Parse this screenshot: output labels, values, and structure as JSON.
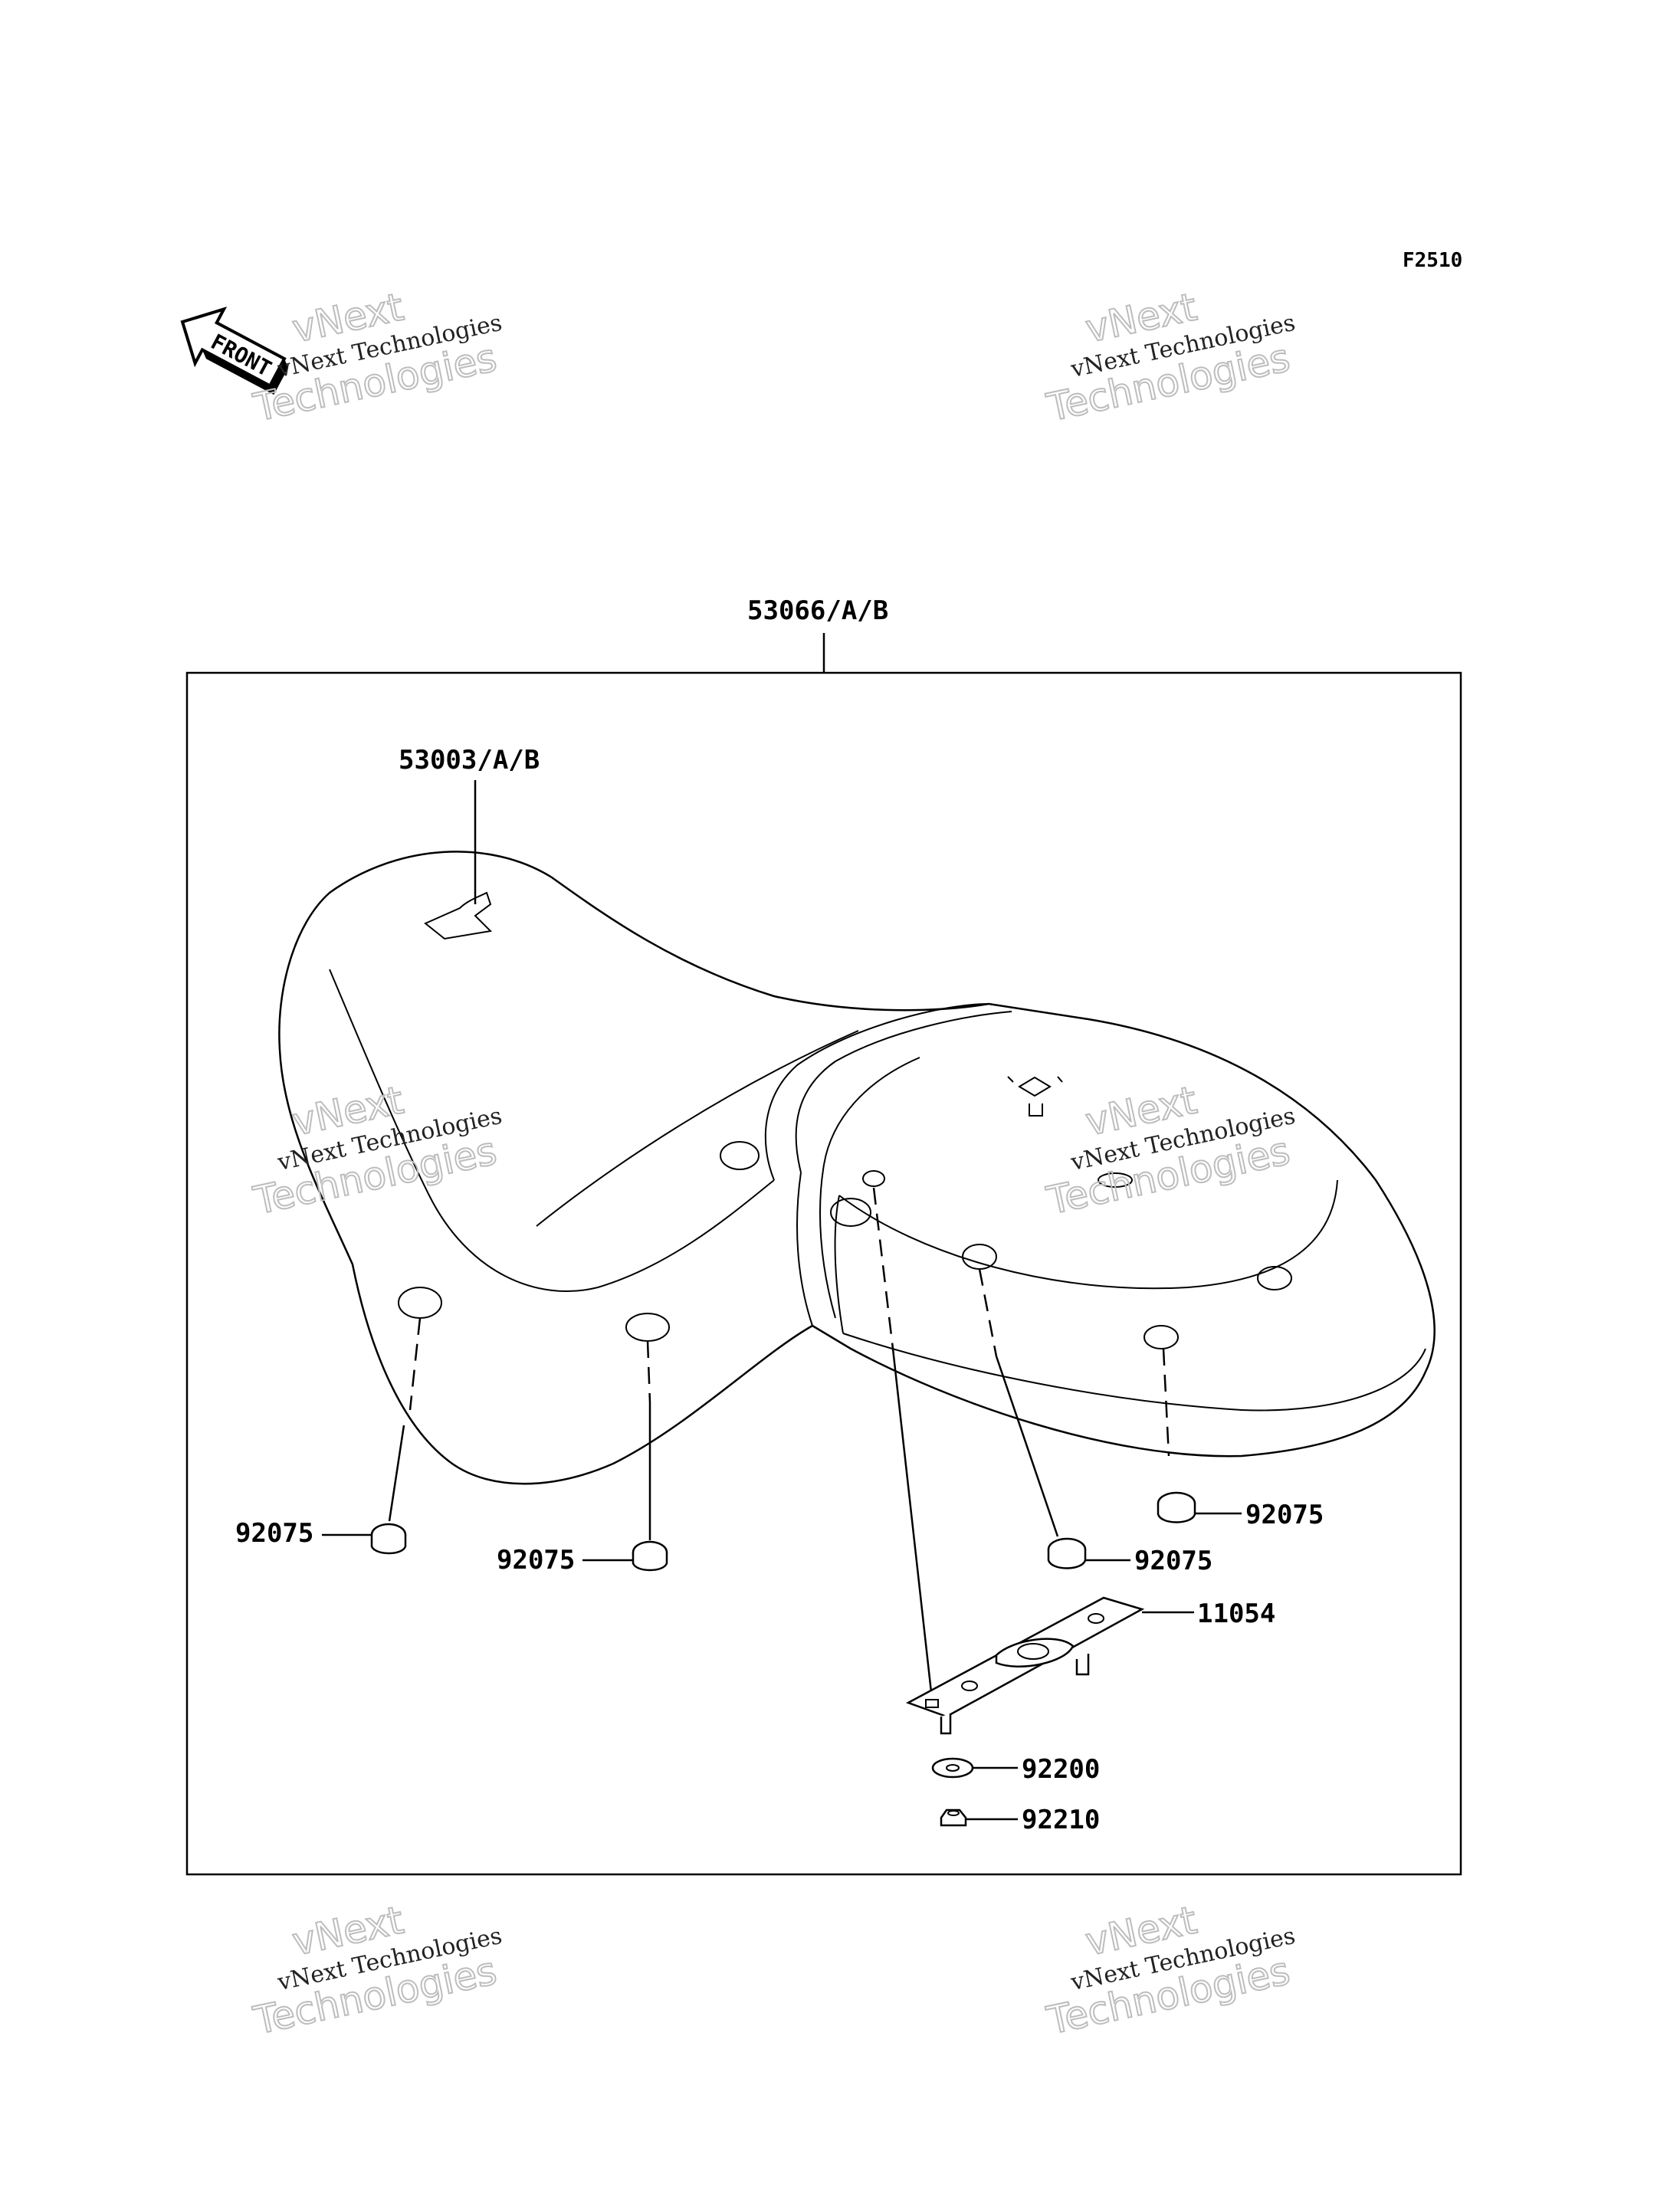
{
  "diagram": {
    "figure_code": "F2510",
    "front_label": "FRONT",
    "watermark": {
      "caption": "vNext Technologies",
      "line1": "vNext",
      "line2": "Technologies"
    },
    "labels": {
      "seat_assembly": "53066/A/B",
      "seat_cover": "53003/A/B",
      "damper_left": "92075",
      "damper_mid": "92075",
      "damper_right_low": "92075",
      "damper_right_high": "92075",
      "bracket": "11054",
      "washer": "92200",
      "nut": "92210"
    }
  }
}
